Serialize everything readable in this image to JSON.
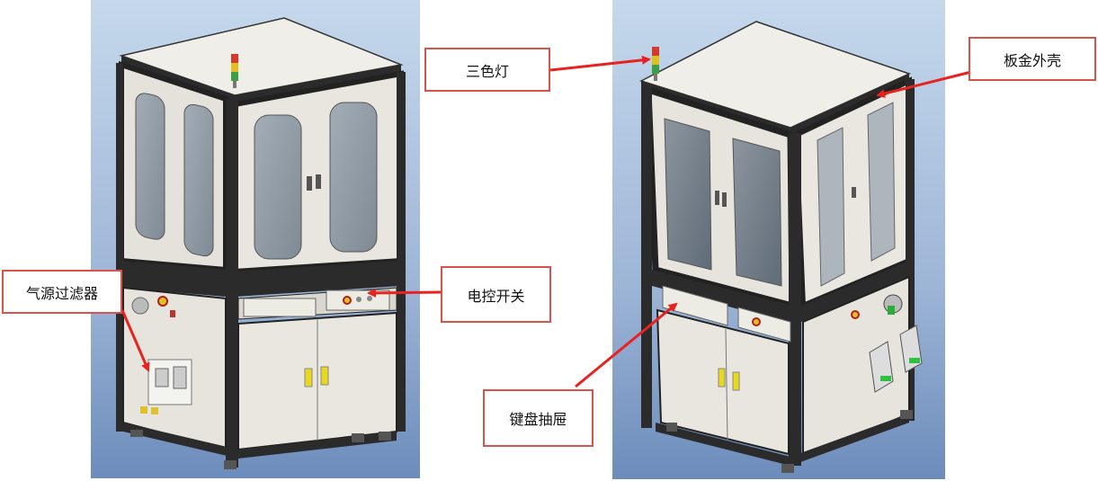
{
  "labels": {
    "air_filter": "气源过滤器",
    "three_color_light": "三色灯",
    "electric_switch": "电控开关",
    "sheet_metal_shell": "板金外壳",
    "keyboard_drawer": "键盘抽屉"
  },
  "colors": {
    "callout_border": "#d9534a",
    "arrow": "#e8221e",
    "background_top": "#c3d6ea",
    "background_bottom": "#6f8fbc",
    "frame": "#2b2b2b",
    "panel": "#e8e6de",
    "window": "#8f9aa5"
  }
}
